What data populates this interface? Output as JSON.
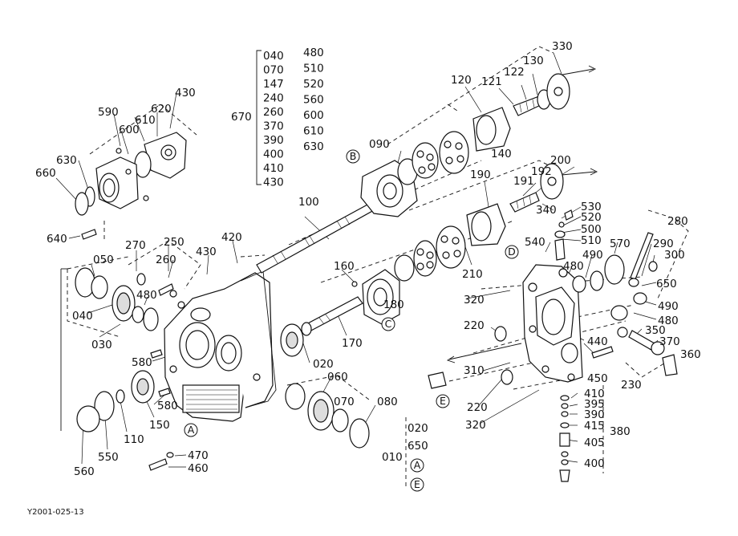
{
  "parts": {
    "p330": "330",
    "p130": "130",
    "p122": "122",
    "p121": "121",
    "p120": "120",
    "p090": "090",
    "p140": "140",
    "p200": "200",
    "p192": "192",
    "p191": "191",
    "p190": "190",
    "p340": "340",
    "p280": "280",
    "p290": "290",
    "p300": "300",
    "p650a": "650",
    "p490a": "490",
    "p480a": "480",
    "p350": "350",
    "p370": "370",
    "p360": "360",
    "p230": "230",
    "p530": "530",
    "p520": "520",
    "p500": "500",
    "p510": "510",
    "p540": "540",
    "p480b": "480",
    "p490b": "490",
    "p570": "570",
    "p320a": "320",
    "p220a": "220",
    "p440": "440",
    "p310": "310",
    "p450": "450",
    "p220b": "220",
    "p320b": "320",
    "p410": "410",
    "p395": "395",
    "p390": "390",
    "p415": "415",
    "p380": "380",
    "p405": "405",
    "p400": "400",
    "p210": "210",
    "p180": "180",
    "p160": "160",
    "p170": "170",
    "p100": "100",
    "p430a": "430",
    "p620": "620",
    "p590": "590",
    "p610": "610",
    "p600": "600",
    "p630": "630",
    "p660": "660",
    "p640": "640",
    "p270": "270",
    "p250": "250",
    "p260": "260",
    "p050": "050",
    "p040": "040",
    "p480c": "480",
    "p030": "030",
    "p430b": "430",
    "p420": "420",
    "p580a": "580",
    "p580b": "580",
    "p150": "150",
    "p110": "110",
    "p550": "550",
    "p560": "560",
    "p470": "470",
    "p460": "460",
    "p020a": "020",
    "p060": "060",
    "p070": "070",
    "p080": "080",
    "p010": "010",
    "p020b": "020",
    "p650b": "650",
    "p670": "670"
  },
  "kit670": {
    "col1": [
      "040",
      "070",
      "147",
      "240",
      "260",
      "370",
      "390",
      "400",
      "410",
      "430"
    ],
    "col2": [
      "480",
      "510",
      "520",
      "560",
      "600",
      "610",
      "630"
    ]
  },
  "letters": {
    "A1": "A",
    "A2": "A",
    "B": "B",
    "C": "C",
    "D": "D",
    "E1": "E",
    "E2": "E"
  },
  "figure_code": "Y2001-025-13"
}
